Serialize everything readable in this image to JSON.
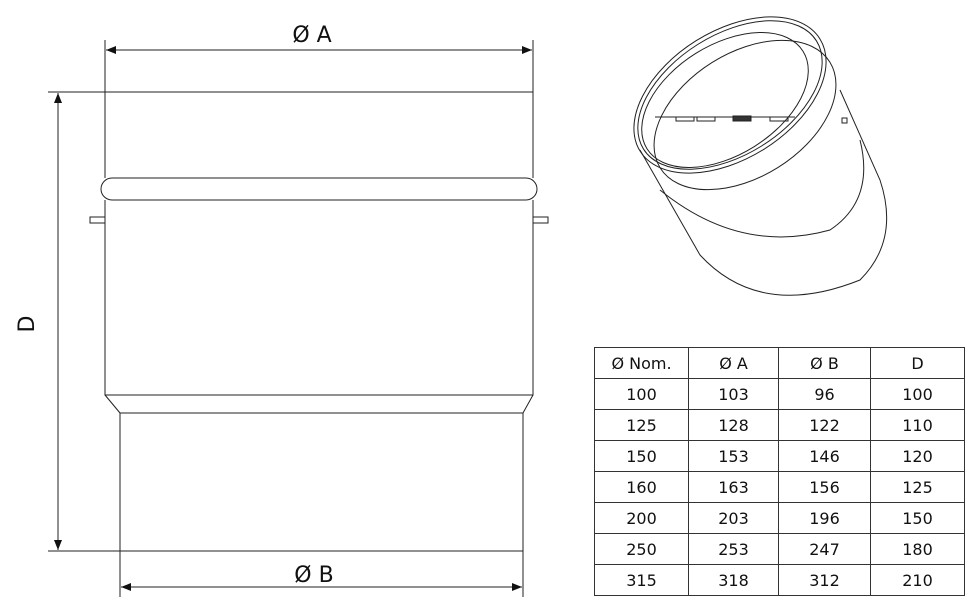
{
  "dimensions": {
    "diameter_a": "Ø A",
    "diameter_b": "Ø B",
    "length_d": "D"
  },
  "table": {
    "headers": [
      "Ø Nom.",
      "Ø A",
      "Ø B",
      "D"
    ],
    "rows": [
      [
        "100",
        "103",
        "96",
        "100"
      ],
      [
        "125",
        "128",
        "122",
        "110"
      ],
      [
        "150",
        "153",
        "146",
        "120"
      ],
      [
        "160",
        "163",
        "156",
        "125"
      ],
      [
        "200",
        "203",
        "196",
        "150"
      ],
      [
        "250",
        "253",
        "247",
        "180"
      ],
      [
        "315",
        "318",
        "312",
        "210"
      ]
    ]
  }
}
